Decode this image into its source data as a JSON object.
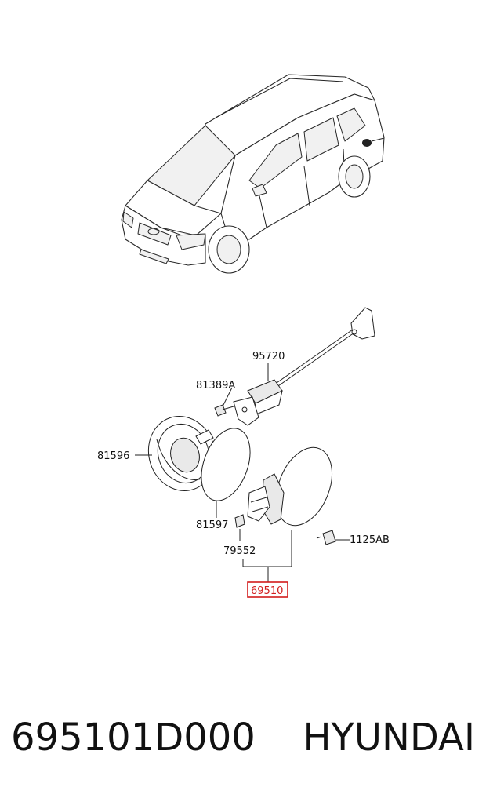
{
  "callouts": {
    "p95720": "95720",
    "p81389A": "81389A",
    "p81596": "81596",
    "p81597": "81597",
    "p79552": "79552",
    "p1125AB": "1125AB",
    "p69510": "69510"
  },
  "highlight_color": "#d21c1c",
  "footer": {
    "part_number": "695101D000",
    "brand": "HYUNDAI"
  },
  "icons": [
    "vehicle-illustration",
    "fuel-filler-door-assembly"
  ]
}
